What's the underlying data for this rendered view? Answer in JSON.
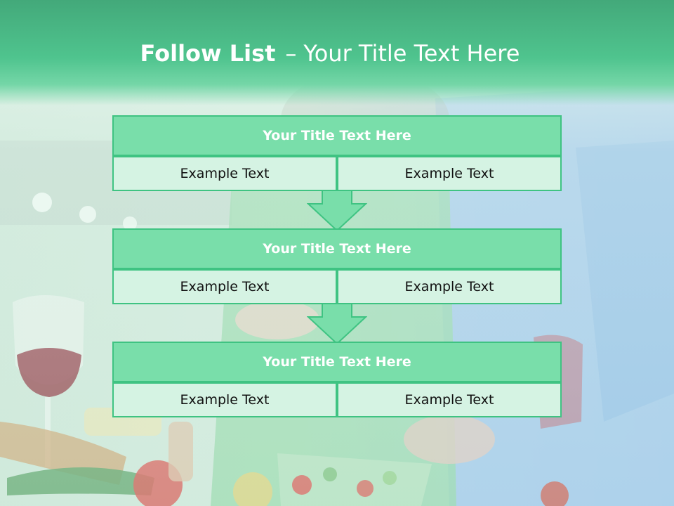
{
  "slide": {
    "title_strong": "Follow List",
    "title_separator": "–",
    "title_rest": "Your Title Text Here"
  },
  "blocks": [
    {
      "title": "Your Title Text Here",
      "left_text": "Example Text",
      "right_text": "Example Text"
    },
    {
      "title": "Your Title Text Here",
      "left_text": "Example Text",
      "right_text": "Example Text"
    },
    {
      "title": "Your Title Text Here",
      "left_text": "Example Text",
      "right_text": "Example Text"
    }
  ],
  "colors": {
    "header": "#4fc48e",
    "block_title_fill": "#79deaa",
    "block_border": "#3fc382",
    "cell_fill": "#d5f3e3",
    "arrow_fill": "#79deaa"
  },
  "background": {
    "description_icon": "kitchen-photo-background"
  }
}
